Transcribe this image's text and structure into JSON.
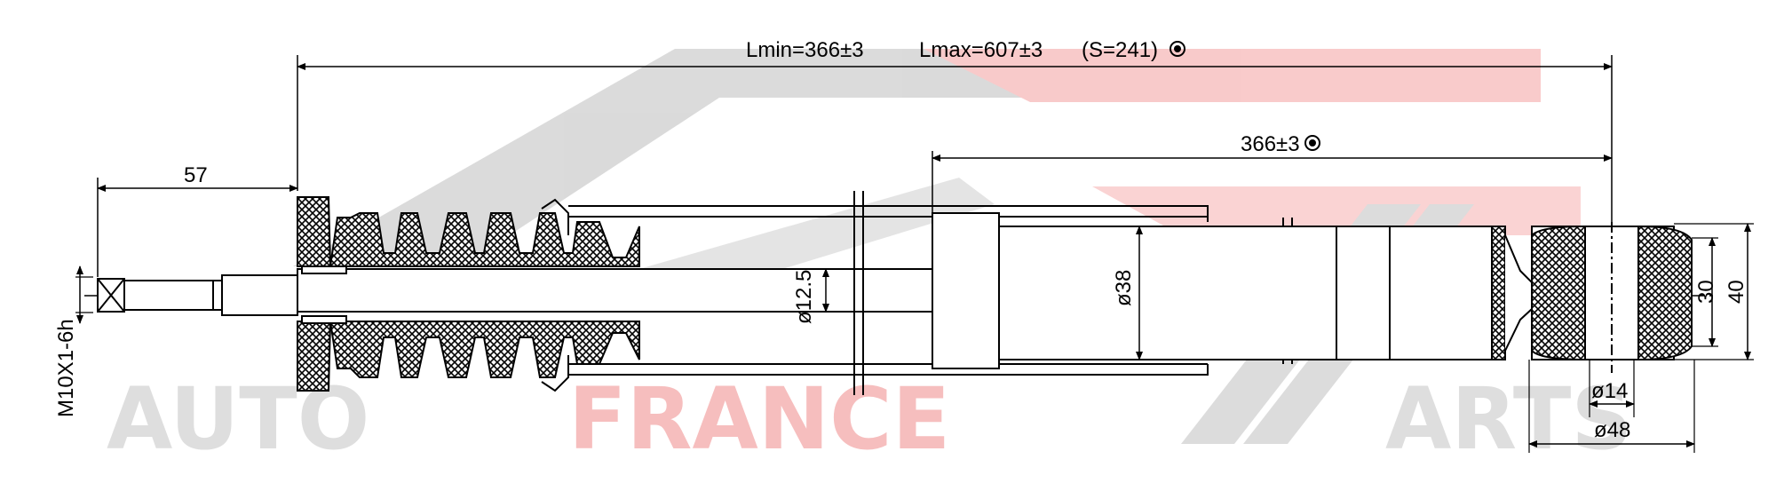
{
  "watermark": {
    "word1": "AUTO",
    "word2": "FRANCE",
    "word3": "ARTS",
    "grey": "#c8c8c8",
    "red": "#f08080"
  },
  "dimensions": {
    "lmin": "Lmin=366±3",
    "lmax": "Lmax=607±3",
    "stroke": "(S=241)",
    "rod_length": "57",
    "body_length": "366±3",
    "thread": "M10X1-6h",
    "rod_dia": "ø12.5",
    "tube_dia": "ø38",
    "eye_inner": "30",
    "eye_outer": "40",
    "bolt_dia": "ø14",
    "eye_width": "ø48"
  },
  "colors": {
    "line": "#000000",
    "hatch": "#000000"
  }
}
